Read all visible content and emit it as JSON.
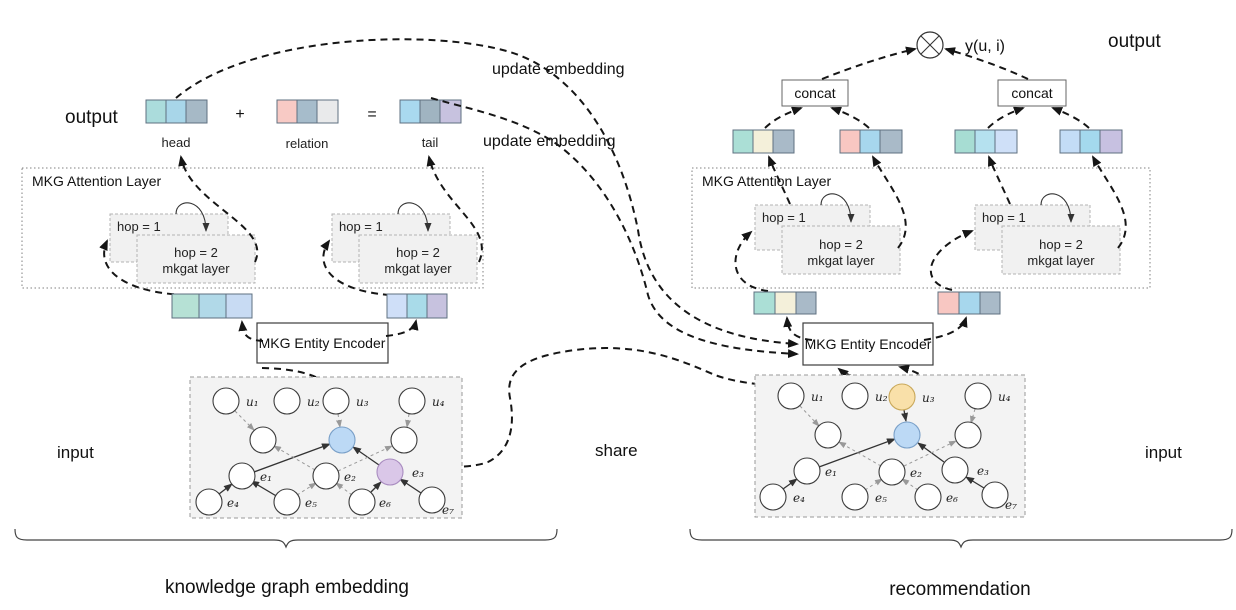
{
  "diagram": {
    "left_caption": "knowledge graph embedding",
    "right_caption": "recommendation",
    "labels": {
      "output_left": "output",
      "output_right": "output",
      "input_left": "input",
      "input_right": "input",
      "share": "share",
      "update_embedding_top": "update embedding",
      "update_embedding_mid": "update embedding",
      "head": "head",
      "relation": "relation",
      "tail": "tail",
      "plus": "+",
      "equals": "=",
      "y_ui": "y(u, i)",
      "concat_left": "concat",
      "concat_right": "concat"
    },
    "attention_layer": {
      "title": "MKG Attention Layer",
      "hop1": "hop = 1",
      "hop2": "hop = 2",
      "hop2_sub": "mkgat layer"
    },
    "encoder_label": "MKG Entity Encoder",
    "graph_nodes": {
      "users": [
        "u₁",
        "u₂",
        "u₃",
        "u₄"
      ],
      "entities": [
        "e₁",
        "e₂",
        "e₃",
        "e₄",
        "e₅",
        "e₆",
        "e₇"
      ]
    },
    "blocks": {
      "head": [
        "#abdcdc",
        "#a8d6e9",
        "#a6b9c6"
      ],
      "relation": [
        "#f8cac5",
        "#a6bccb",
        "#e9eaeb"
      ],
      "tail": [
        "#a9d9ef",
        "#a0b4c1",
        "#c7c2df"
      ],
      "kge_left": [
        "#b6e1d5",
        "#b1d9e8",
        "#c8dbf3"
      ],
      "kge_right": [
        "#cfdff8",
        "#a9dbe9",
        "#c7c2df"
      ],
      "rec_top_1": [
        "#abdfd6",
        "#f4f0da",
        "#a9bac8"
      ],
      "rec_top_2": [
        "#f8c7c2",
        "#a7d7ed",
        "#a9bac8"
      ],
      "rec_top_3": [
        "#a7ddd3",
        "#b5e1ef",
        "#cfe0f8"
      ],
      "rec_top_4": [
        "#c3dcf6",
        "#a4d9ed",
        "#c7c1e1"
      ],
      "rec_low_1": [
        "#abdfd6",
        "#f4f0da",
        "#a9bac8"
      ],
      "rec_low_2": [
        "#f8c7c2",
        "#a7d7ed",
        "#a9bac8"
      ]
    },
    "colors": {
      "node_blue": "#bcd9f5",
      "node_purple": "#dac7e8",
      "node_yellow": "#f9e0a9",
      "graph_bg": "#f3f3f3"
    }
  }
}
